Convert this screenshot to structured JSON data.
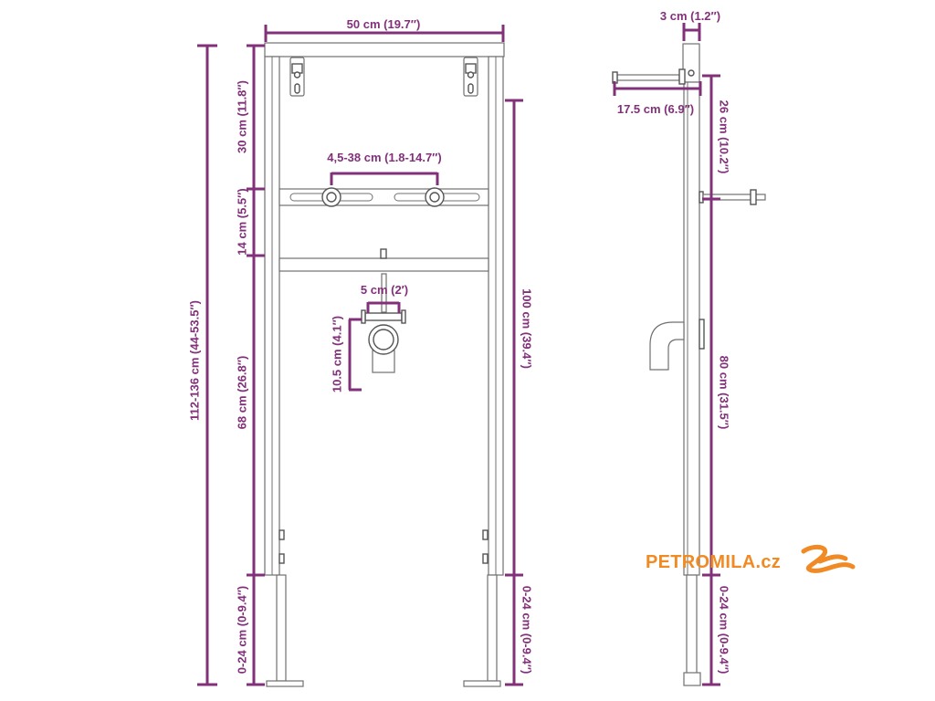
{
  "front_view": {
    "width_label": "50 cm (19.7″)",
    "top_section_label": "30 cm (11.8″)",
    "adjust_range_label": "4,5-38 cm (1.8-14.7″)",
    "mount_bar_label": "14 cm (5.5″)",
    "total_height_label": "112-136 cm (44-53.5″)",
    "lower_section_label": "68 cm (26.8″)",
    "leg_label_left": "0-24 cm (0-9.4″)",
    "pipe_width_label": "5 cm (2′)",
    "pipe_height_label": "10.5 cm (4.1″)",
    "frame_height_label": "100 cm (39.4″)",
    "leg_label_right": "0-24 cm (0-9.4″)"
  },
  "side_view": {
    "depth_label": "3 cm (1.2″)",
    "bolt_length_label": "17.5 cm (6.9″)",
    "upper_label": "26 cm (10.2″)",
    "lower_label": "80 cm (31.5″)",
    "leg_label": "0-24 cm (0-9.4″)"
  },
  "brand": {
    "logo_text": "PETROMILA.cz",
    "logo_icon": "swirl-icon"
  },
  "colors": {
    "dimension": "#82307a",
    "frame": "#707070",
    "brand": "#f08a24"
  }
}
